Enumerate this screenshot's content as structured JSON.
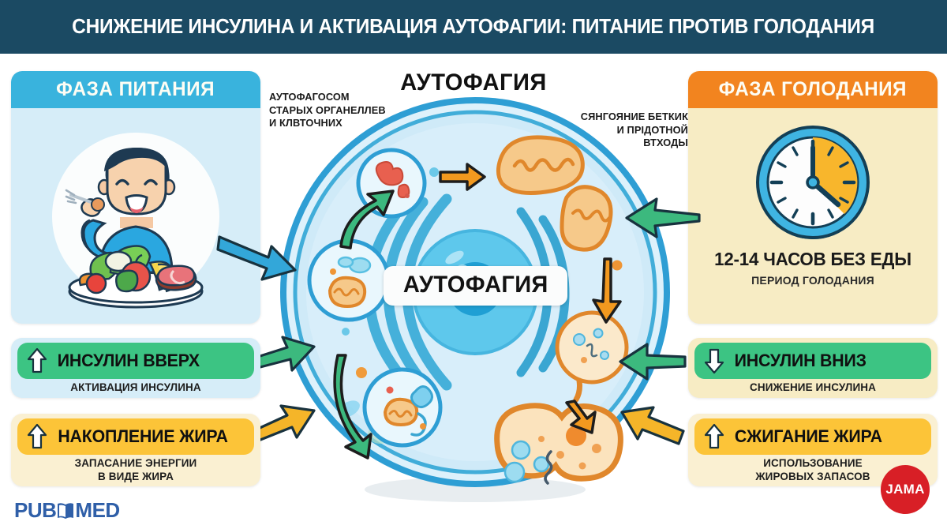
{
  "header": {
    "title": "СНИЖЕНИЕ ИНСУЛИНА И АКТИВАЦИЯ АУТОФАГИИ: ПИТАНИЕ ПРОТИВ ГОЛОДАНИЯ",
    "bg_color": "#1b4a63",
    "text_color": "#ffffff"
  },
  "left_panel": {
    "heading": "ФАЗА ПИТАНИЯ",
    "header_color": "#39b3dd",
    "body_color": "#d6edf8",
    "illustration": "man-eating-healthy-meal"
  },
  "right_panel": {
    "heading": "ФАЗА ГОЛОДАНИЯ",
    "header_color": "#f2841f",
    "body_color": "#f7ecc4",
    "illustration": "wall-clock",
    "main_text": "12-14 ЧАСОВ БЕЗ ЕДЫ",
    "sub_text": "ПЕРИОД ГОЛОДАНИЯ"
  },
  "center": {
    "title": "АУТОФАГИЯ",
    "pill_label": "АУТОФАГИЯ",
    "annotation_left": "АУТОФАГОСОМ СТАРЫХ ОРГАНЕЛЛЕВ И КЛВТОЧНИХ",
    "annotation_left_lines": [
      "АУТОФАГОСОМ",
      "СТАРЫХ ОРГАНЕЛЛЕВ",
      "И КЛВТОЧНИХ"
    ],
    "annotation_right_lines": [
      "СЯНГОЯНИЕ БЕТКИК",
      "И ПРІДОТНОЙ",
      "ВТХОДЫ"
    ],
    "illustration": "cell-autophagy-diagram"
  },
  "cards": [
    {
      "id": "insulin-up",
      "label": "ИНСУЛИН ВВЕРХ",
      "sub": "АКТИВАЦИЯ ИНСУЛИНА",
      "arrow": "arrow-up",
      "label_color": "#3cc483",
      "card_color": "#d6edf8",
      "side": "left"
    },
    {
      "id": "fat-storage",
      "label": "НАКОПЛЕНИЕ ЖИРА",
      "sub_line1": "ЗАПАСАНИЕ ЭНЕРГИИ",
      "sub_line2": "В ВИДЕ ЖИРА",
      "arrow": "arrow-up",
      "label_color": "#fcc438",
      "card_color": "#faf0d2",
      "side": "left"
    },
    {
      "id": "insulin-down",
      "label": "ИНСУЛИН ВНИЗ",
      "sub": "СНИЖЕНИЕ ИНСУЛИНА",
      "arrow": "arrow-down",
      "label_color": "#3cc483",
      "card_color": "#f7ecc4",
      "side": "right"
    },
    {
      "id": "fat-burning",
      "label": "СЖИГАНИЕ ЖИРА",
      "sub_line1": "ИСПОЛЬЗОВАНИЕ",
      "sub_line2": "ЖИРОВЫХ ЗАПАСОВ",
      "arrow": "arrow-up",
      "label_color": "#fcc438",
      "card_color": "#faf0d2",
      "side": "right"
    }
  ],
  "logos": {
    "pubmed_part1": "PUB",
    "pubmed_part2": "MED",
    "jama": "JAMA",
    "jama_color": "#d81f26",
    "pubmed_color": "#2f5fa8"
  },
  "arrows": {
    "feeding_to_cell": "blue-arrow-right",
    "insulin_up_to_cell": "green-arrow-right",
    "fat_storage_to_cell": "yellow-arrow-right",
    "fasting_to_cell": "green-arrow-left",
    "insulin_down_to_cell": "green-arrow-left",
    "fat_burning_to_cell": "yellow-arrow-left"
  }
}
